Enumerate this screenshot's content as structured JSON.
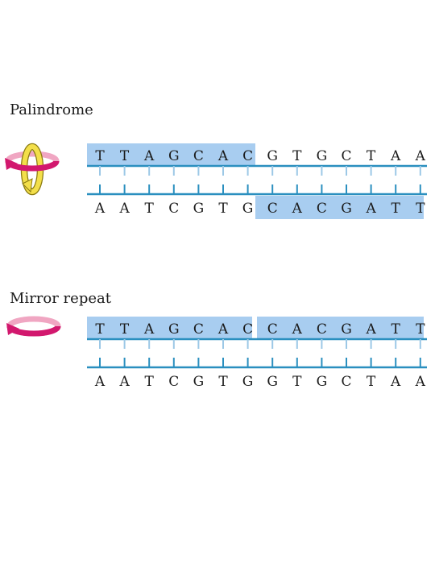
{
  "palindrome": {
    "title": "Palindrome",
    "icon": "pink-and-yellow-rotation-arrows-icon",
    "top_strand": [
      "T",
      "T",
      "A",
      "G",
      "C",
      "A",
      "C",
      "G",
      "T",
      "G",
      "C",
      "T",
      "A",
      "A"
    ],
    "bottom_strand": [
      "A",
      "A",
      "T",
      "C",
      "G",
      "T",
      "G",
      "C",
      "A",
      "C",
      "G",
      "A",
      "T",
      "T"
    ]
  },
  "mirror": {
    "title": "Mirror repeat",
    "icon": "pink-rotation-arrow-icon",
    "top_strand": [
      "T",
      "T",
      "A",
      "G",
      "C",
      "A",
      "C",
      "C",
      "A",
      "C",
      "G",
      "A",
      "T",
      "T"
    ],
    "bottom_strand": [
      "A",
      "A",
      "T",
      "C",
      "G",
      "T",
      "G",
      "G",
      "T",
      "G",
      "C",
      "T",
      "A",
      "A"
    ]
  },
  "colors": {
    "highlight": "#a8cdf0",
    "strand_line": "#2a8fbf",
    "pair_tick": "#2a8fbf",
    "pair_tick_light": "#9cc8e6",
    "pink_arrow": "#d2186e",
    "pink_arrow_light": "#f0a6c2",
    "yellow_arrow": "#f3df4a"
  }
}
